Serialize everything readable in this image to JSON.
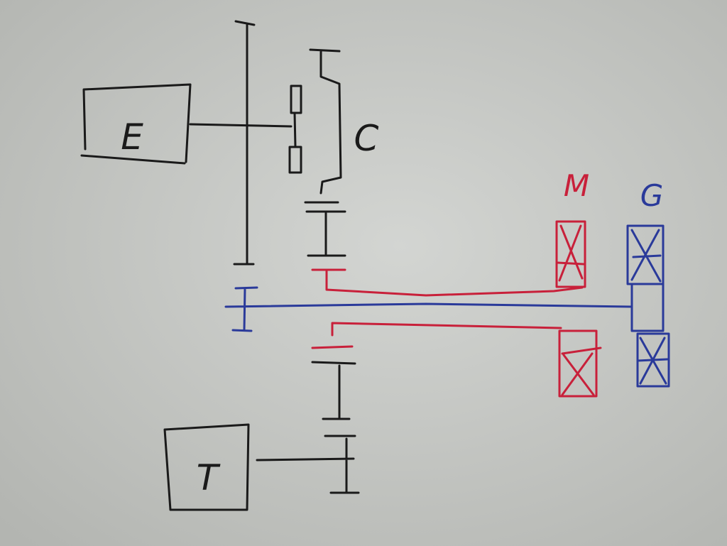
{
  "labels": {
    "engine": "E",
    "transmission": "T",
    "clutch": "C",
    "motor": "M",
    "generator": "G"
  },
  "colors": {
    "paper": "#c9cbc8",
    "ink_black": "#1a1a1a",
    "ink_red": "#c8203a",
    "ink_blue": "#2a3a9a"
  }
}
